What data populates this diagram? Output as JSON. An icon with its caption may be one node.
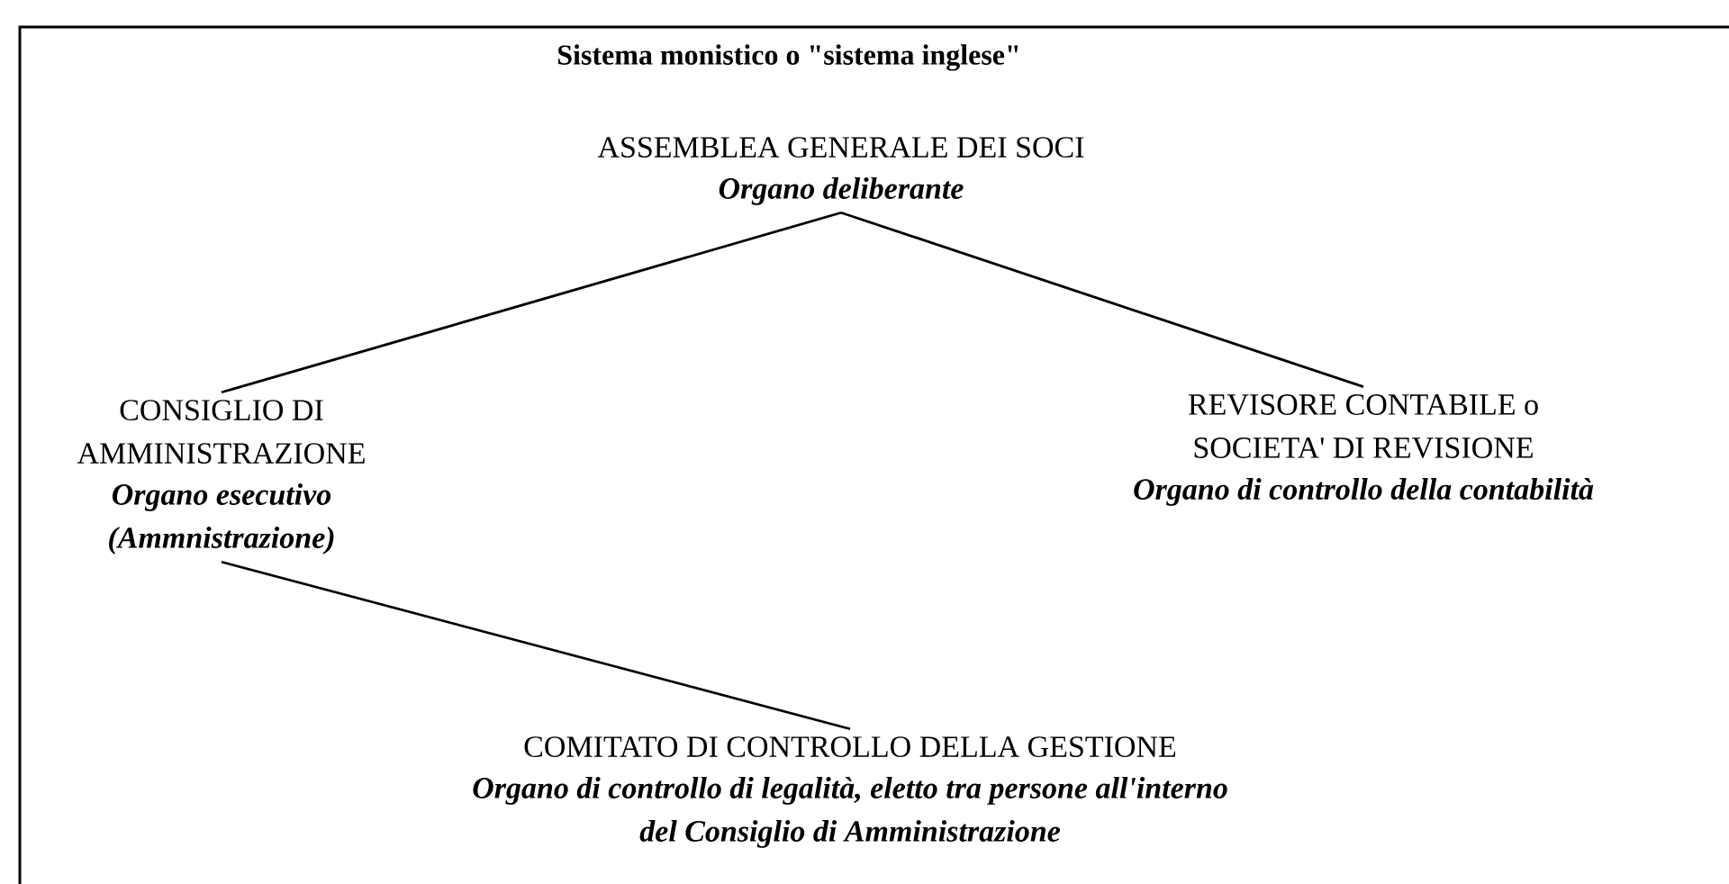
{
  "diagram": {
    "title": "Sistema monistico o \"sistema inglese\"",
    "nodes": [
      {
        "text": [
          "ASSEMBLEA GENERALE DEI SOCI",
          "Organo deliberante"
        ]
      },
      {
        "text": [
          "CONSIGLIO DI AMMINISTRAZIONE",
          "Organo esecutivo (Ammnistrazione)"
        ]
      },
      {
        "text": [
          "REVISORE CONTABILE o SOCIETA' DI REVISIONE",
          "Organo di controllo della contabilità"
        ]
      },
      {
        "text": [
          "COMITATO DI CONTROLLO DELLA GESTIONE",
          "Organo di controllo di legalità, eletto tra persone all'interno del Consiglio di Amministrazione"
        ]
      }
    ],
    "edges": [
      {
        "from": 0,
        "to": 1,
        "arrow": "none"
      },
      {
        "from": 0,
        "to": 2,
        "arrow": "none"
      },
      {
        "from": 1,
        "to": 3,
        "arrow": "none"
      }
    ]
  }
}
